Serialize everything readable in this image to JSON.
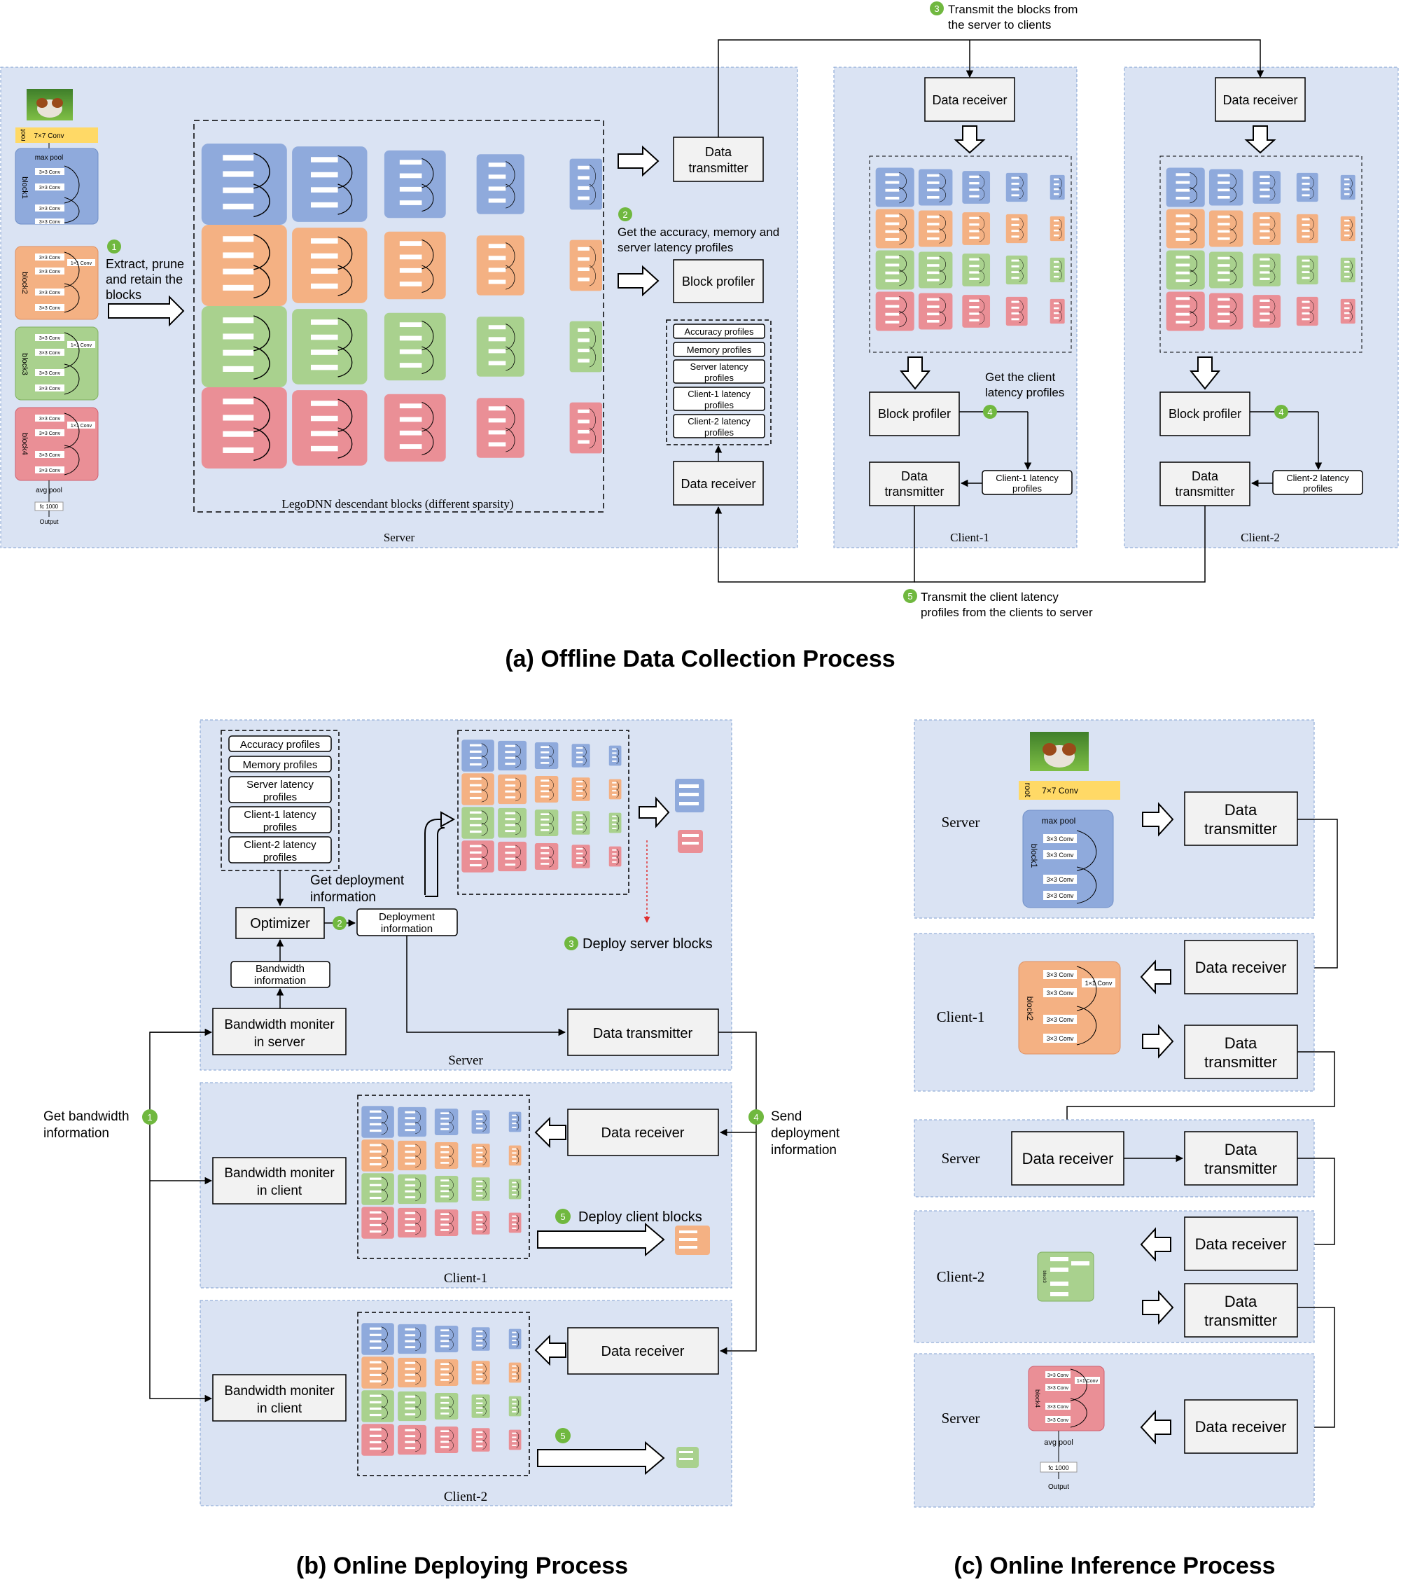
{
  "captions": {
    "a": "(a) Offline Data Collection Process",
    "b": "(b) Online Deploying Process",
    "c": "(c) Online Inference Process"
  },
  "colors": {
    "panel_bg": "#dae3f3",
    "panel_border": "#7f9fd0",
    "box_bg": "#f2f2f2",
    "step_green": "#70b83f",
    "block1": "#8faadc",
    "block2": "#f4b183",
    "block3": "#a9d18e",
    "block4": "#ea8f96",
    "root": "#ffd966"
  },
  "icons": [
    "dog-photo-icon",
    "hollow-arrow-icon",
    "step-badge-icon"
  ],
  "a": {
    "panel_server": "Server",
    "panel_client1": "Client-1",
    "panel_client2": "Client-2",
    "model": {
      "root": "root",
      "root_conv": "7×7 Conv",
      "maxpool": "max pool",
      "conv3": "3×3 Conv",
      "conv1": "1×1 Conv",
      "avgpool": "avg pool",
      "fc": "fc 1000",
      "output": "Output",
      "blocks": [
        "block1",
        "block2",
        "block3",
        "block4"
      ]
    },
    "step1_num": "1",
    "step1_l1": "Extract, prune",
    "step1_l2": "and retain the",
    "step1_l3": "blocks",
    "lego_label": "LegoDNN descendant blocks (different sparsity)",
    "data_transmitter_l1": "Data",
    "data_transmitter_l2": "transmitter",
    "step2_num": "2",
    "step2_l1": "Get the accuracy, memory and",
    "step2_l2": "server latency profiles",
    "block_profiler": "Block profiler",
    "profiles": {
      "accuracy": "Accuracy profiles",
      "memory": "Memory profiles",
      "server_l1": "Server latency",
      "server_l2": "profiles",
      "client1_l1": "Client-1 latency",
      "client1_l2": "profiles",
      "client2_l1": "Client-2 latency",
      "client2_l2": "profiles"
    },
    "data_receiver": "Data receiver",
    "step3_num": "3",
    "step3_l1": "Transmit the blocks from",
    "step3_l2": "the server to clients",
    "step4_num": "4",
    "step4_l1": "Get the client",
    "step4_l2": "latency profiles",
    "client1_latency_l1": "Client-1 latency",
    "client1_latency_l2": "profiles",
    "client2_latency_l1": "Client-2 latency",
    "client2_latency_l2": "profiles",
    "step5_num": "5",
    "step5_l1": "Transmit the client latency",
    "step5_l2": "profiles from the clients to server"
  },
  "b": {
    "panel_server": "Server",
    "panel_client1": "Client-1",
    "panel_client2": "Client-2",
    "profiles": {
      "accuracy": "Accuracy profiles",
      "memory": "Memory profiles",
      "server_l1": "Server latency",
      "server_l2": "profiles",
      "client1_l1": "Client-1 latency",
      "client1_l2": "profiles",
      "client2_l1": "Client-2 latency",
      "client2_l2": "profiles"
    },
    "get_deploy_l1": "Get deployment",
    "get_deploy_l2": "information",
    "optimizer": "Optimizer",
    "step2_num": "2",
    "deploy_info_l1": "Deployment",
    "deploy_info_l2": "information",
    "bandwidth_info_l1": "Bandwidth",
    "bandwidth_info_l2": "information",
    "bw_server_l1": "Bandwidth moniter",
    "bw_server_l2": "in server",
    "bw_client_l1": "Bandwidth moniter",
    "bw_client_l2": "in client",
    "data_transmitter": "Data transmitter",
    "data_receiver": "Data receiver",
    "step3_num": "3",
    "step3_text": "Deploy server blocks",
    "step1_num": "1",
    "step1_l1": "Get bandwidth",
    "step1_l2": "information",
    "step4_num": "4",
    "step4_l1": "Send",
    "step4_l2": "deployment",
    "step4_l3": "information",
    "step5_num": "5",
    "step5_text": "Deploy client blocks",
    "step5b_num": "5"
  },
  "c": {
    "server": "Server",
    "client1": "Client-1",
    "client2": "Client-2",
    "data_l1": "Data",
    "transmitter_l2": "transmitter",
    "data_receiver": "Data receiver",
    "root": "root",
    "root_conv": "7×7 Conv",
    "maxpool": "max pool",
    "block1": "block1",
    "block2": "block2",
    "block3": "block3",
    "block4": "block4",
    "conv3": "3×3 Conv",
    "conv1": "1×1 Conv",
    "avgpool": "avg pool",
    "fc": "fc 1000",
    "output": "Output"
  }
}
